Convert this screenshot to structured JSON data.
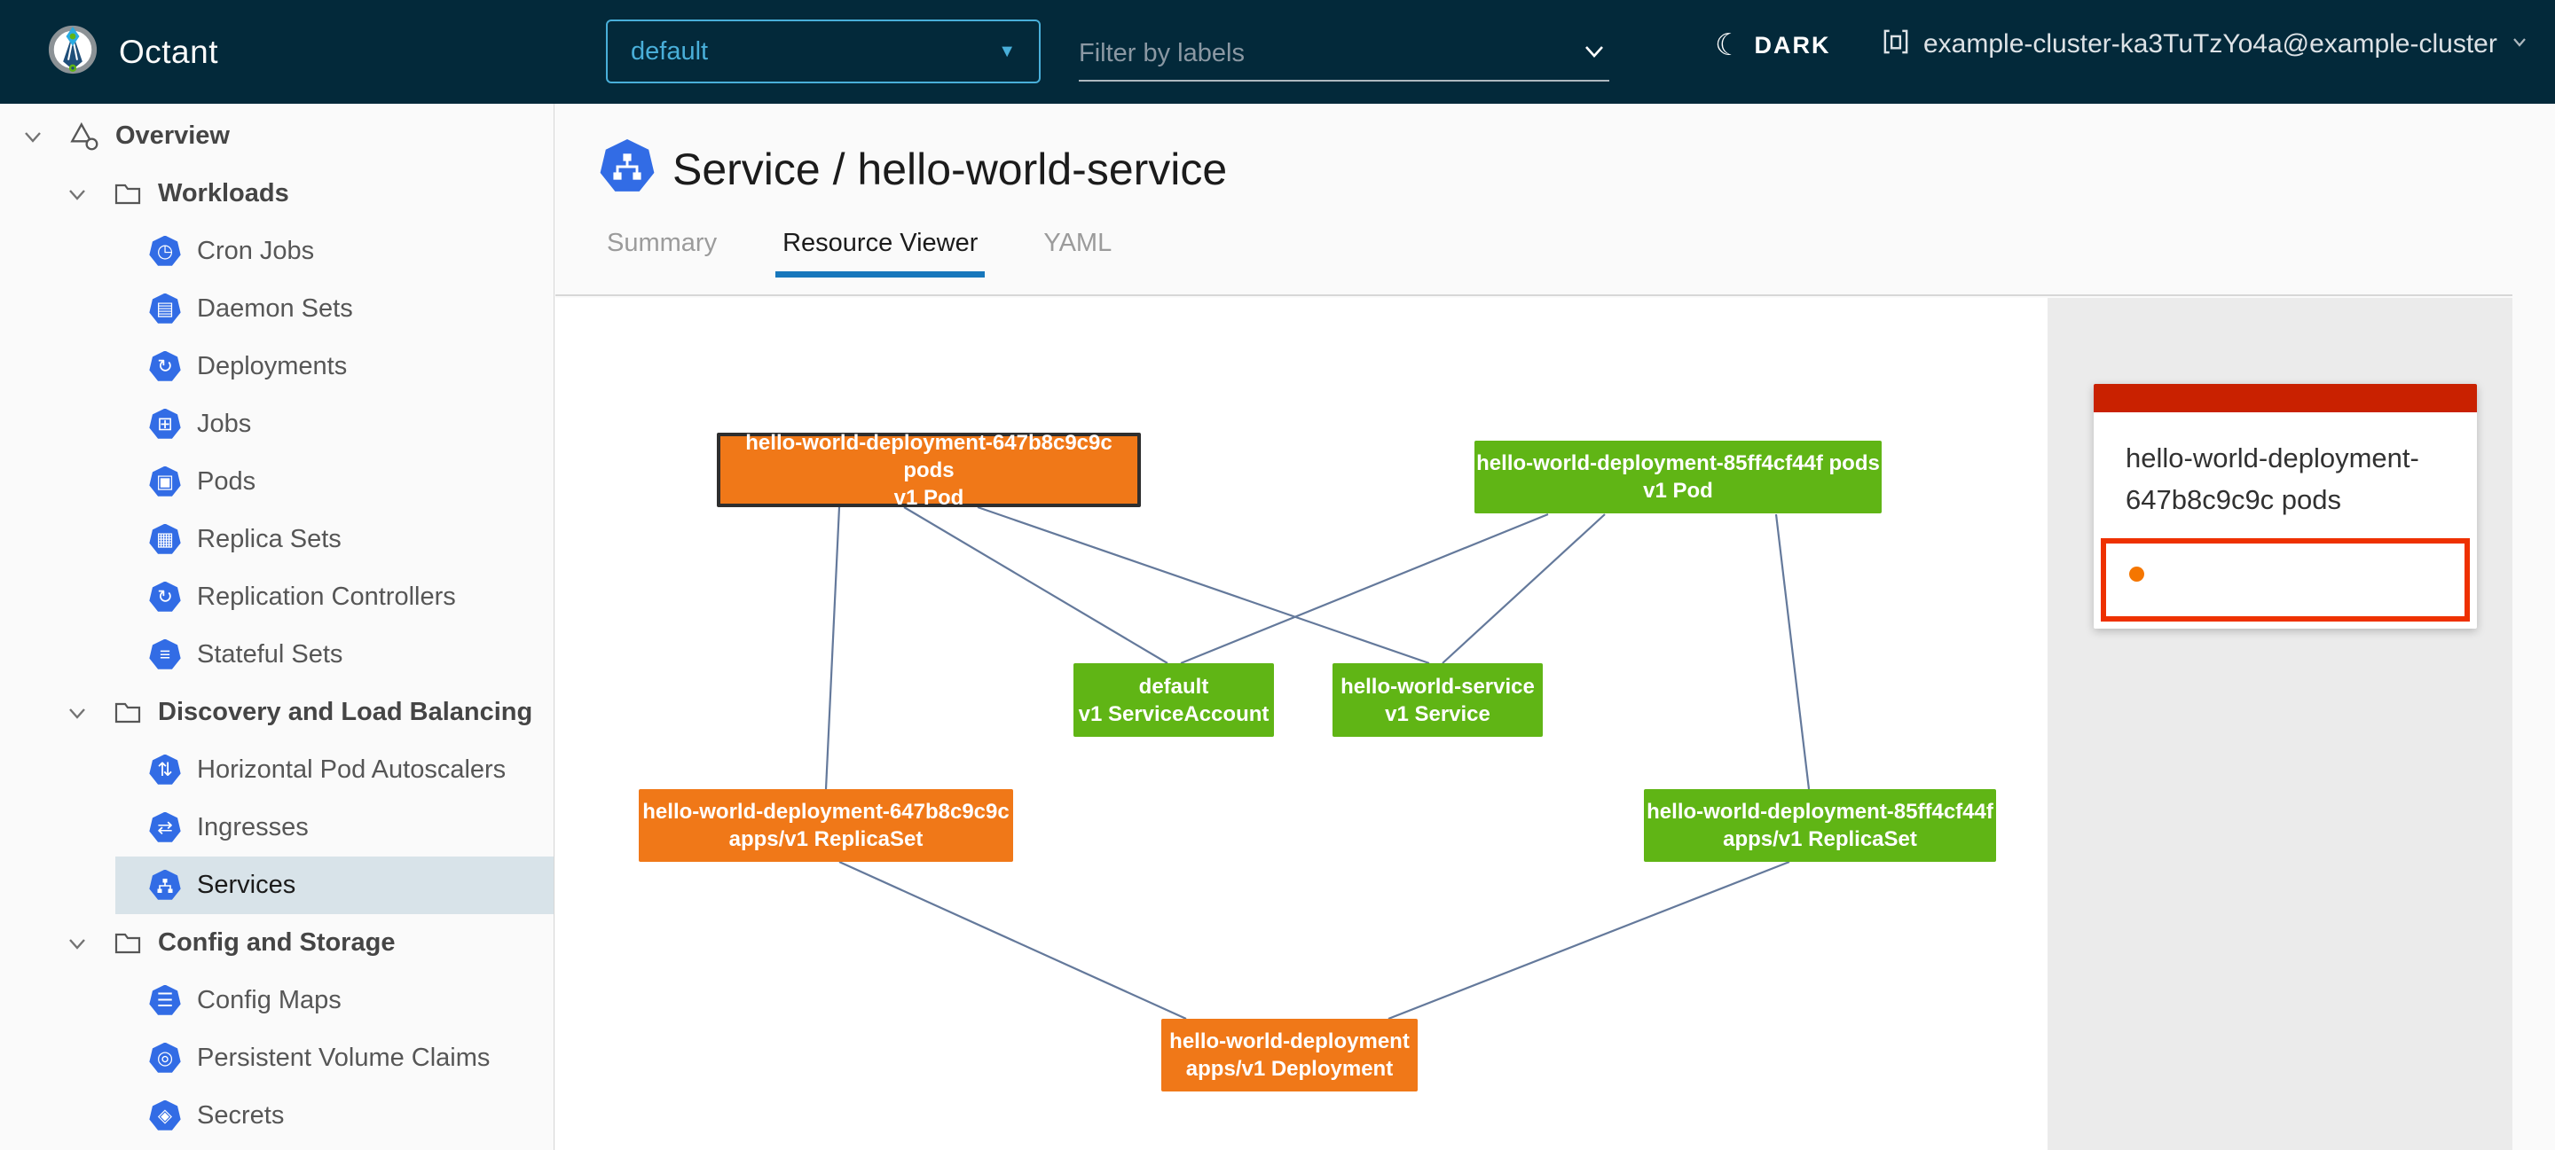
{
  "header": {
    "app_title": "Octant",
    "namespace_dropdown": {
      "value": "default"
    },
    "label_filter": {
      "placeholder": "Filter by labels"
    },
    "theme_toggle": {
      "label": "DARK"
    },
    "cluster_selector": {
      "label": "example-cluster-ka3TuTzYo4a@example-cluster"
    }
  },
  "icons": {
    "moon": "☾",
    "caret_down": "▼",
    "cron_jobs": "◷",
    "daemon_sets": "▤",
    "deployments": "↻",
    "jobs": "⊞",
    "pods": "▣",
    "replica_sets": "▦",
    "replication_controllers": "↻",
    "stateful_sets": "≡",
    "horizontal_pod_autoscalers": "⇅",
    "ingresses": "⇄",
    "config_maps": "☰",
    "persistent_volume_claims": "◎",
    "secrets": "◈"
  },
  "sidebar": {
    "items": [
      {
        "label": "Overview",
        "depth": 0,
        "type": "group"
      },
      {
        "label": "Workloads",
        "depth": 1,
        "type": "group"
      },
      {
        "label": "Cron Jobs",
        "depth": 2,
        "type": "leaf"
      },
      {
        "label": "Daemon Sets",
        "depth": 2,
        "type": "leaf"
      },
      {
        "label": "Deployments",
        "depth": 2,
        "type": "leaf"
      },
      {
        "label": "Jobs",
        "depth": 2,
        "type": "leaf"
      },
      {
        "label": "Pods",
        "depth": 2,
        "type": "leaf"
      },
      {
        "label": "Replica Sets",
        "depth": 2,
        "type": "leaf"
      },
      {
        "label": "Replication Controllers",
        "depth": 2,
        "type": "leaf"
      },
      {
        "label": "Stateful Sets",
        "depth": 2,
        "type": "leaf"
      },
      {
        "label": "Discovery and Load Balancing",
        "depth": 1,
        "type": "group"
      },
      {
        "label": "Horizontal Pod Autoscalers",
        "depth": 2,
        "type": "leaf"
      },
      {
        "label": "Ingresses",
        "depth": 2,
        "type": "leaf"
      },
      {
        "label": "Services",
        "depth": 2,
        "type": "leaf",
        "selected": true
      },
      {
        "label": "Config and Storage",
        "depth": 1,
        "type": "group"
      },
      {
        "label": "Config Maps",
        "depth": 2,
        "type": "leaf"
      },
      {
        "label": "Persistent Volume Claims",
        "depth": 2,
        "type": "leaf"
      },
      {
        "label": "Secrets",
        "depth": 2,
        "type": "leaf"
      }
    ]
  },
  "page": {
    "title": "Service / hello-world-service",
    "tabs": [
      {
        "label": "Summary",
        "active": false
      },
      {
        "label": "Resource Viewer",
        "active": true
      },
      {
        "label": "YAML",
        "active": false
      }
    ]
  },
  "graph": {
    "nodes": [
      {
        "line1": "hello-world-deployment-647b8c9c9c pods",
        "line2": "v1 Pod",
        "status": "orange",
        "selected": true
      },
      {
        "line1": "hello-world-deployment-85ff4cf44f pods",
        "line2": "v1 Pod",
        "status": "green",
        "selected": false
      },
      {
        "line1": "default",
        "line2": "v1 ServiceAccount",
        "status": "green",
        "selected": false
      },
      {
        "line1": "hello-world-service",
        "line2": "v1 Service",
        "status": "green",
        "selected": false
      },
      {
        "line1": "hello-world-deployment-647b8c9c9c",
        "line2": "apps/v1 ReplicaSet",
        "status": "orange",
        "selected": false
      },
      {
        "line1": "hello-world-deployment-85ff4cf44f",
        "line2": "apps/v1 ReplicaSet",
        "status": "green",
        "selected": false
      },
      {
        "line1": "hello-world-deployment",
        "line2": "apps/v1 Deployment",
        "status": "orange",
        "selected": false
      }
    ]
  },
  "panel": {
    "card": {
      "title": "hello-world-deployment-647b8c9c9c pods"
    }
  },
  "colors": {
    "header_bg": "#03293A",
    "accent_blue": "#49AFD9",
    "kubernetes_blue": "#326CE5",
    "node_green": "#60B515",
    "node_orange": "#F07818",
    "card_header_red": "#C92100",
    "selection_border_red": "#EE3100",
    "status_dot_orange": "#F57600",
    "edge_line": "#64799B",
    "tab_underline_blue": "#1777BC",
    "sidebar_selected_bg": "#D8E3E9"
  }
}
